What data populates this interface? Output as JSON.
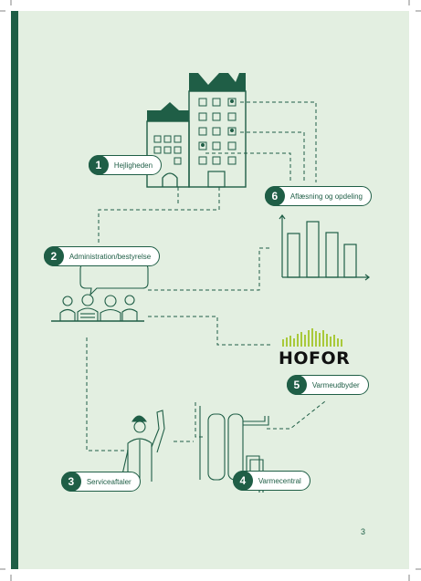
{
  "nodes": [
    {
      "number": "1",
      "label": "Hejligheden"
    },
    {
      "number": "2",
      "label": "Administration/bestyrelse"
    },
    {
      "number": "3",
      "label": "Serviceaftaler"
    },
    {
      "number": "4",
      "label": "Varmecentral"
    },
    {
      "number": "5",
      "label": "Varmeudbyder"
    },
    {
      "number": "6",
      "label": "Aflæsning og opdeling"
    }
  ],
  "logo": {
    "text": "HOFOR"
  },
  "page_number": "3",
  "colors": {
    "background": "#e3efe1",
    "accent": "#1f5e46",
    "lime": "#a9c93a"
  }
}
